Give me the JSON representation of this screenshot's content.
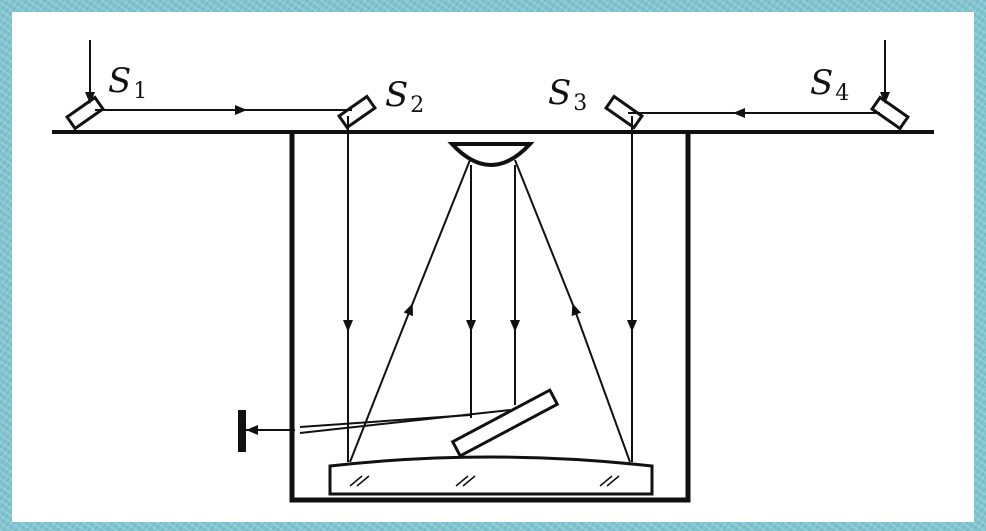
{
  "diagram": {
    "labels": {
      "s1": "S",
      "s1_sub": "1",
      "s2": "S",
      "s2_sub": "2",
      "s3": "S",
      "s3_sub": "3",
      "s4": "S",
      "s4_sub": "4"
    },
    "colors": {
      "background": "#7fc4cf",
      "panel": "#ffffff",
      "ink": "#111111"
    }
  }
}
